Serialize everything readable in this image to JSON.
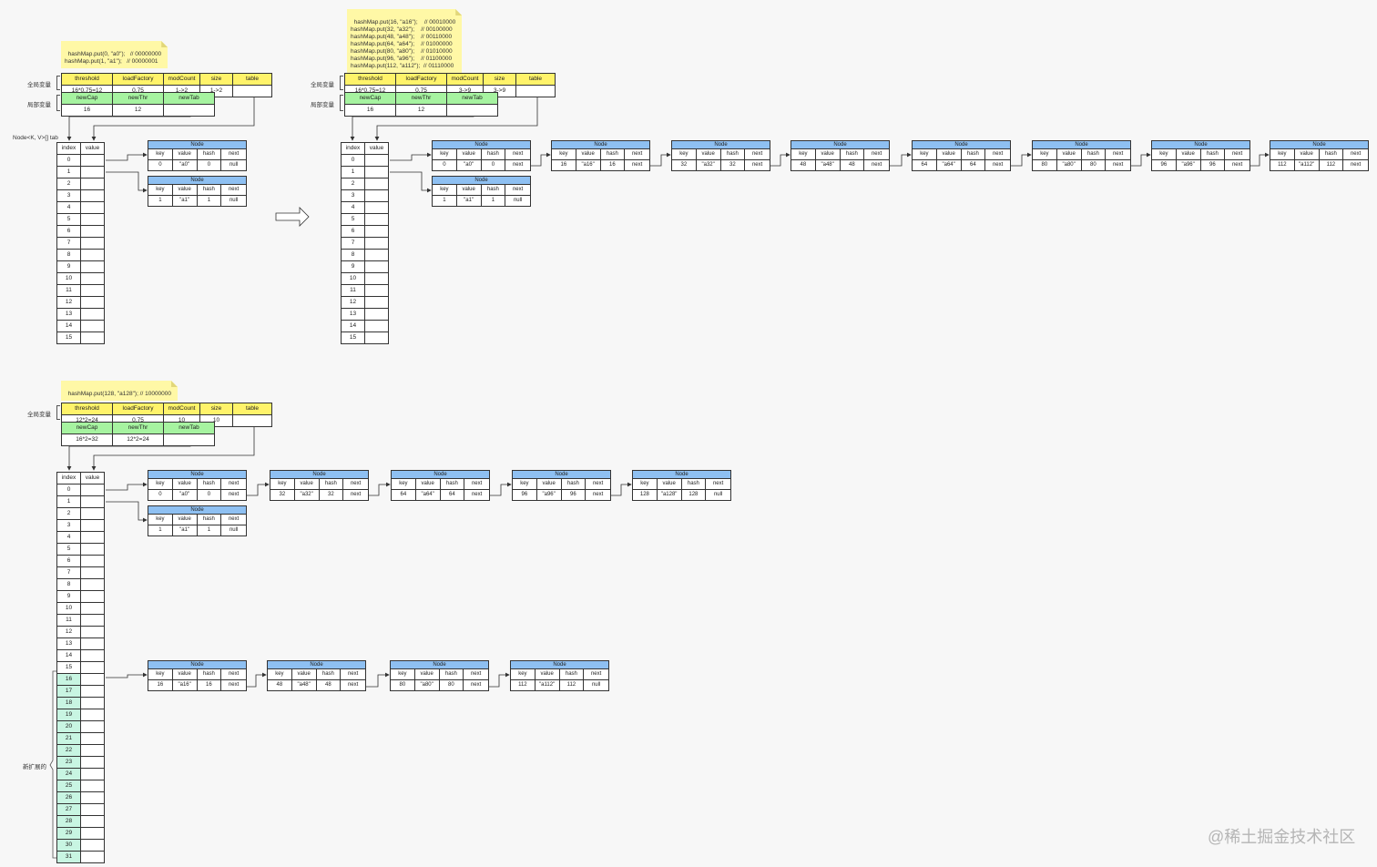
{
  "notes": {
    "n1": "hashMap.put(0, \"a0\");   // 00000000\nhashMap.put(1, \"a1\");   // 00000001",
    "n2": "hashMap.put(16, \"a16\");    // 00010000\nhashMap.put(32, \"a32\");    // 00100000\nhashMap.put(48, \"a48\");    // 00110000\nhashMap.put(64, \"a64\");    // 01000000\nhashMap.put(80, \"a80\");    // 01010000\nhashMap.put(96, \"a96\");    // 01100000\nhashMap.put(112, \"a112\");  // 01110000",
    "n3": "hashMap.put(128, \"a128\"); // 10000000"
  },
  "labels": {
    "global": "全局变量",
    "local": "局部变量",
    "tab": "Node<K, V>[] tab",
    "expanded": "新扩展的",
    "node": "Node",
    "index": "index",
    "value": "value"
  },
  "field_headers": [
    "key",
    "value",
    "hash",
    "next"
  ],
  "global_headers": [
    "threshold",
    "loadFactory",
    "modCount",
    "size",
    "table"
  ],
  "local_headers": [
    "newCap",
    "newThr",
    "newTab"
  ],
  "d1": {
    "global_values": [
      "16*0.75=12",
      "0.75",
      "1->2",
      "1->2",
      ""
    ],
    "local_values": [
      "16",
      "12",
      ""
    ],
    "nodes": [
      [
        "0",
        "\"a0\"",
        "0",
        "null"
      ],
      [
        "1",
        "\"a1\"",
        "1",
        "null"
      ]
    ]
  },
  "d2": {
    "global_values": [
      "16*0.75=12",
      "0.75",
      "3->9",
      "3->9",
      ""
    ],
    "local_values": [
      "16",
      "12",
      ""
    ],
    "nodes": [
      [
        "0",
        "\"a0\"",
        "0",
        "next"
      ],
      [
        "16",
        "\"a16\"",
        "16",
        "next"
      ],
      [
        "32",
        "\"a32\"",
        "32",
        "next"
      ],
      [
        "48",
        "\"a48\"",
        "48",
        "next"
      ],
      [
        "64",
        "\"a64\"",
        "64",
        "next"
      ],
      [
        "80",
        "\"a80\"",
        "80",
        "next"
      ],
      [
        "96",
        "\"a96\"",
        "96",
        "next"
      ],
      [
        "112",
        "\"a112\"",
        "112",
        "next"
      ],
      [
        "1",
        "\"a1\"",
        "1",
        "null"
      ]
    ]
  },
  "d3": {
    "global_values": [
      "12*2=24",
      "0.75",
      "10",
      "10",
      ""
    ],
    "local_values": [
      "16*2=32",
      "12*2=24",
      ""
    ],
    "nodes": [
      [
        "0",
        "\"a0\"",
        "0",
        "next"
      ],
      [
        "32",
        "\"a32\"",
        "32",
        "next"
      ],
      [
        "64",
        "\"a64\"",
        "64",
        "next"
      ],
      [
        "96",
        "\"a96\"",
        "96",
        "next"
      ],
      [
        "128",
        "\"a128\"",
        "128",
        "null"
      ],
      [
        "1",
        "\"a1\"",
        "1",
        "null"
      ],
      [
        "16",
        "\"a16\"",
        "16",
        "next"
      ],
      [
        "48",
        "\"a48\"",
        "48",
        "next"
      ],
      [
        "80",
        "\"a80\"",
        "80",
        "next"
      ],
      [
        "112",
        "\"a112\"",
        "112",
        "null"
      ]
    ]
  },
  "watermark": "@稀土掘金技术社区"
}
